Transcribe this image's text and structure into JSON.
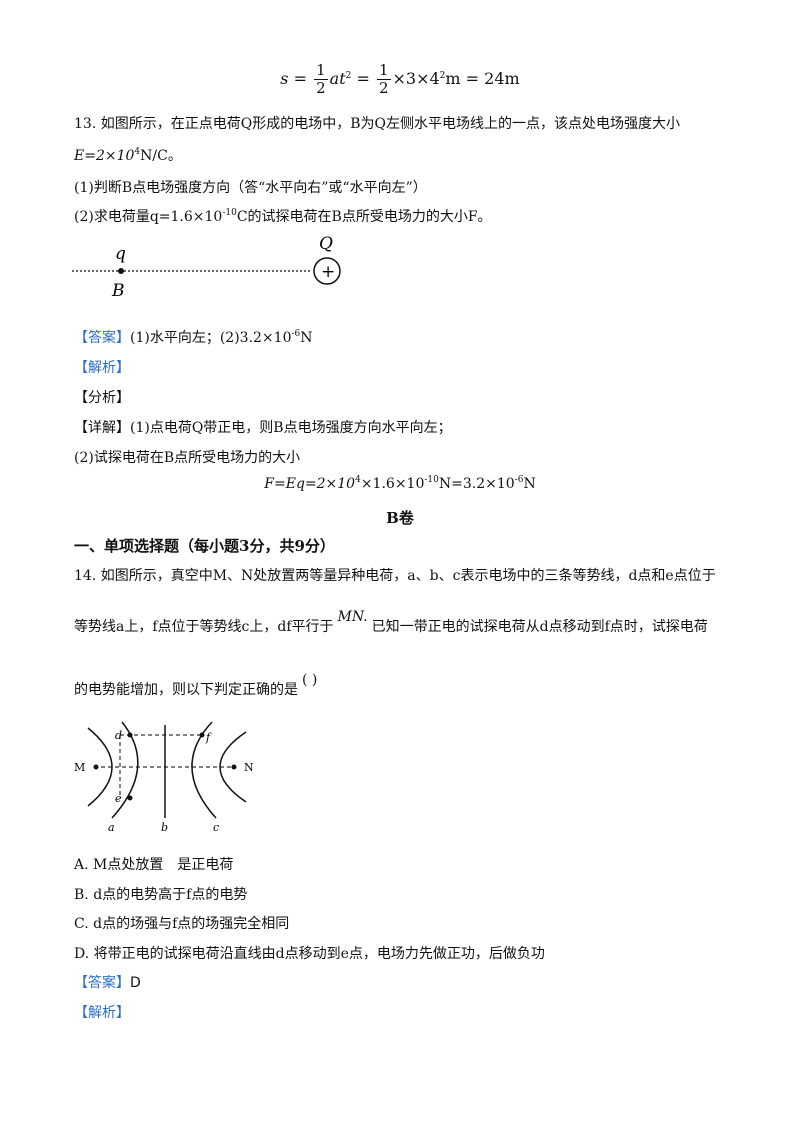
{
  "top_formula": {
    "s": "s",
    "eq": "=",
    "frac1_num": "1",
    "frac1_den": "2",
    "at": "at",
    "sq": "2",
    "frac2_num": "1",
    "frac2_den": "2",
    "rest": "×3×4",
    "sq2": "2",
    "result": "m = 24m"
  },
  "q13": {
    "line1": "13. 如图所示，在正点电荷Q形成的电场中，B为Q左侧水平电场线上的一点，该点处电场强度大小",
    "line2_pre": "E=2×10",
    "line2_exp": "4",
    "line2_post": "N/C。",
    "sub1": "(1)判断B点电场强度方向（答“水平向右”或“水平向左”）",
    "sub2_pre": "(2)求电荷量q=1.6×10",
    "sub2_exp": "-10",
    "sub2_post": "C的试探电荷在B点所受电场力的大小F。",
    "fig_q": "q",
    "fig_Q": "Q",
    "fig_B": "B",
    "fig_plus": "+",
    "answer_tag": "【答案】",
    "answer_pre": "(1)水平向左；(2)3.2×10",
    "answer_exp": "-6",
    "answer_post": "N",
    "analysis_tag": "【解析】",
    "fenxi_tag": "【分析】",
    "detail_tag": "【详解】",
    "detail1": "(1)点电荷Q带正电，则B点电场强度方向水平向左；",
    "detail2": "(2)试探电荷在B点所受电场力的大小",
    "formula_pre": "F=Eq=2×10",
    "formula_e1": "4",
    "formula_mid": "×1.6×10",
    "formula_e2": "-10",
    "formula_mid2": "N=3.2×10",
    "formula_e3": "-6",
    "formula_post": "N"
  },
  "section": {
    "title": "B卷",
    "heading": "一、单项选择题（每小题3分，共9分）"
  },
  "q14": {
    "line1": "14. 如图所示，真空中M、N处放置两等量异种电荷，a、b、c表示电场中的三条等势线，d点和e点位于",
    "line2_pre": "等势线a上，f点位于等势线c上，df平行于",
    "line2_mn": "MN.",
    "line2_post": "已知一带正电的试探电荷从d点移动到f点时，试探电荷",
    "line3": "的电势能增加，则以下判定正确的是",
    "paren": "(        )",
    "fig_labels": {
      "M": "M",
      "N": "N",
      "d": "d",
      "e": "e",
      "f": "f",
      "a": "a",
      "b": "b",
      "c": "c"
    },
    "options": [
      "A. M点处放置　是正电荷",
      "B. d点的电势高于f点的电势",
      "C. d点的场强与f点的场强完全相同",
      "D. 将带正电的试探电荷沿直线由d点移动到e点，电场力先做正功，后做负功"
    ],
    "answer_tag": "【答案】",
    "answer": "D",
    "analysis_tag": "【解析】"
  }
}
